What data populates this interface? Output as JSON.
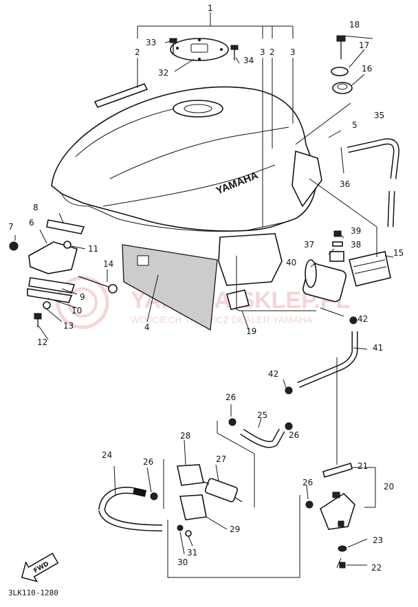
{
  "diagram": {
    "callouts": [
      "1",
      "2",
      "2",
      "3",
      "3",
      "4",
      "5",
      "6",
      "7",
      "8",
      "9",
      "10",
      "11",
      "12",
      "13",
      "14",
      "15",
      "16",
      "17",
      "18",
      "19",
      "20",
      "21",
      "22",
      "23",
      "24",
      "25",
      "26",
      "26",
      "26",
      "26",
      "27",
      "28",
      "29",
      "30",
      "31",
      "32",
      "33",
      "34",
      "35",
      "36",
      "37",
      "38",
      "39",
      "40",
      "41",
      "42",
      "42"
    ],
    "tank_logo": "YAMAHA",
    "fwd_label": "FWD",
    "diagram_code": "3LK110-1280",
    "watermark": {
      "title": "YAMAHA-SKLEP.PL",
      "subtitle": "WOJCIECH TKOWICZ DEALER YAMAHA",
      "color": "#e08a8a"
    }
  }
}
